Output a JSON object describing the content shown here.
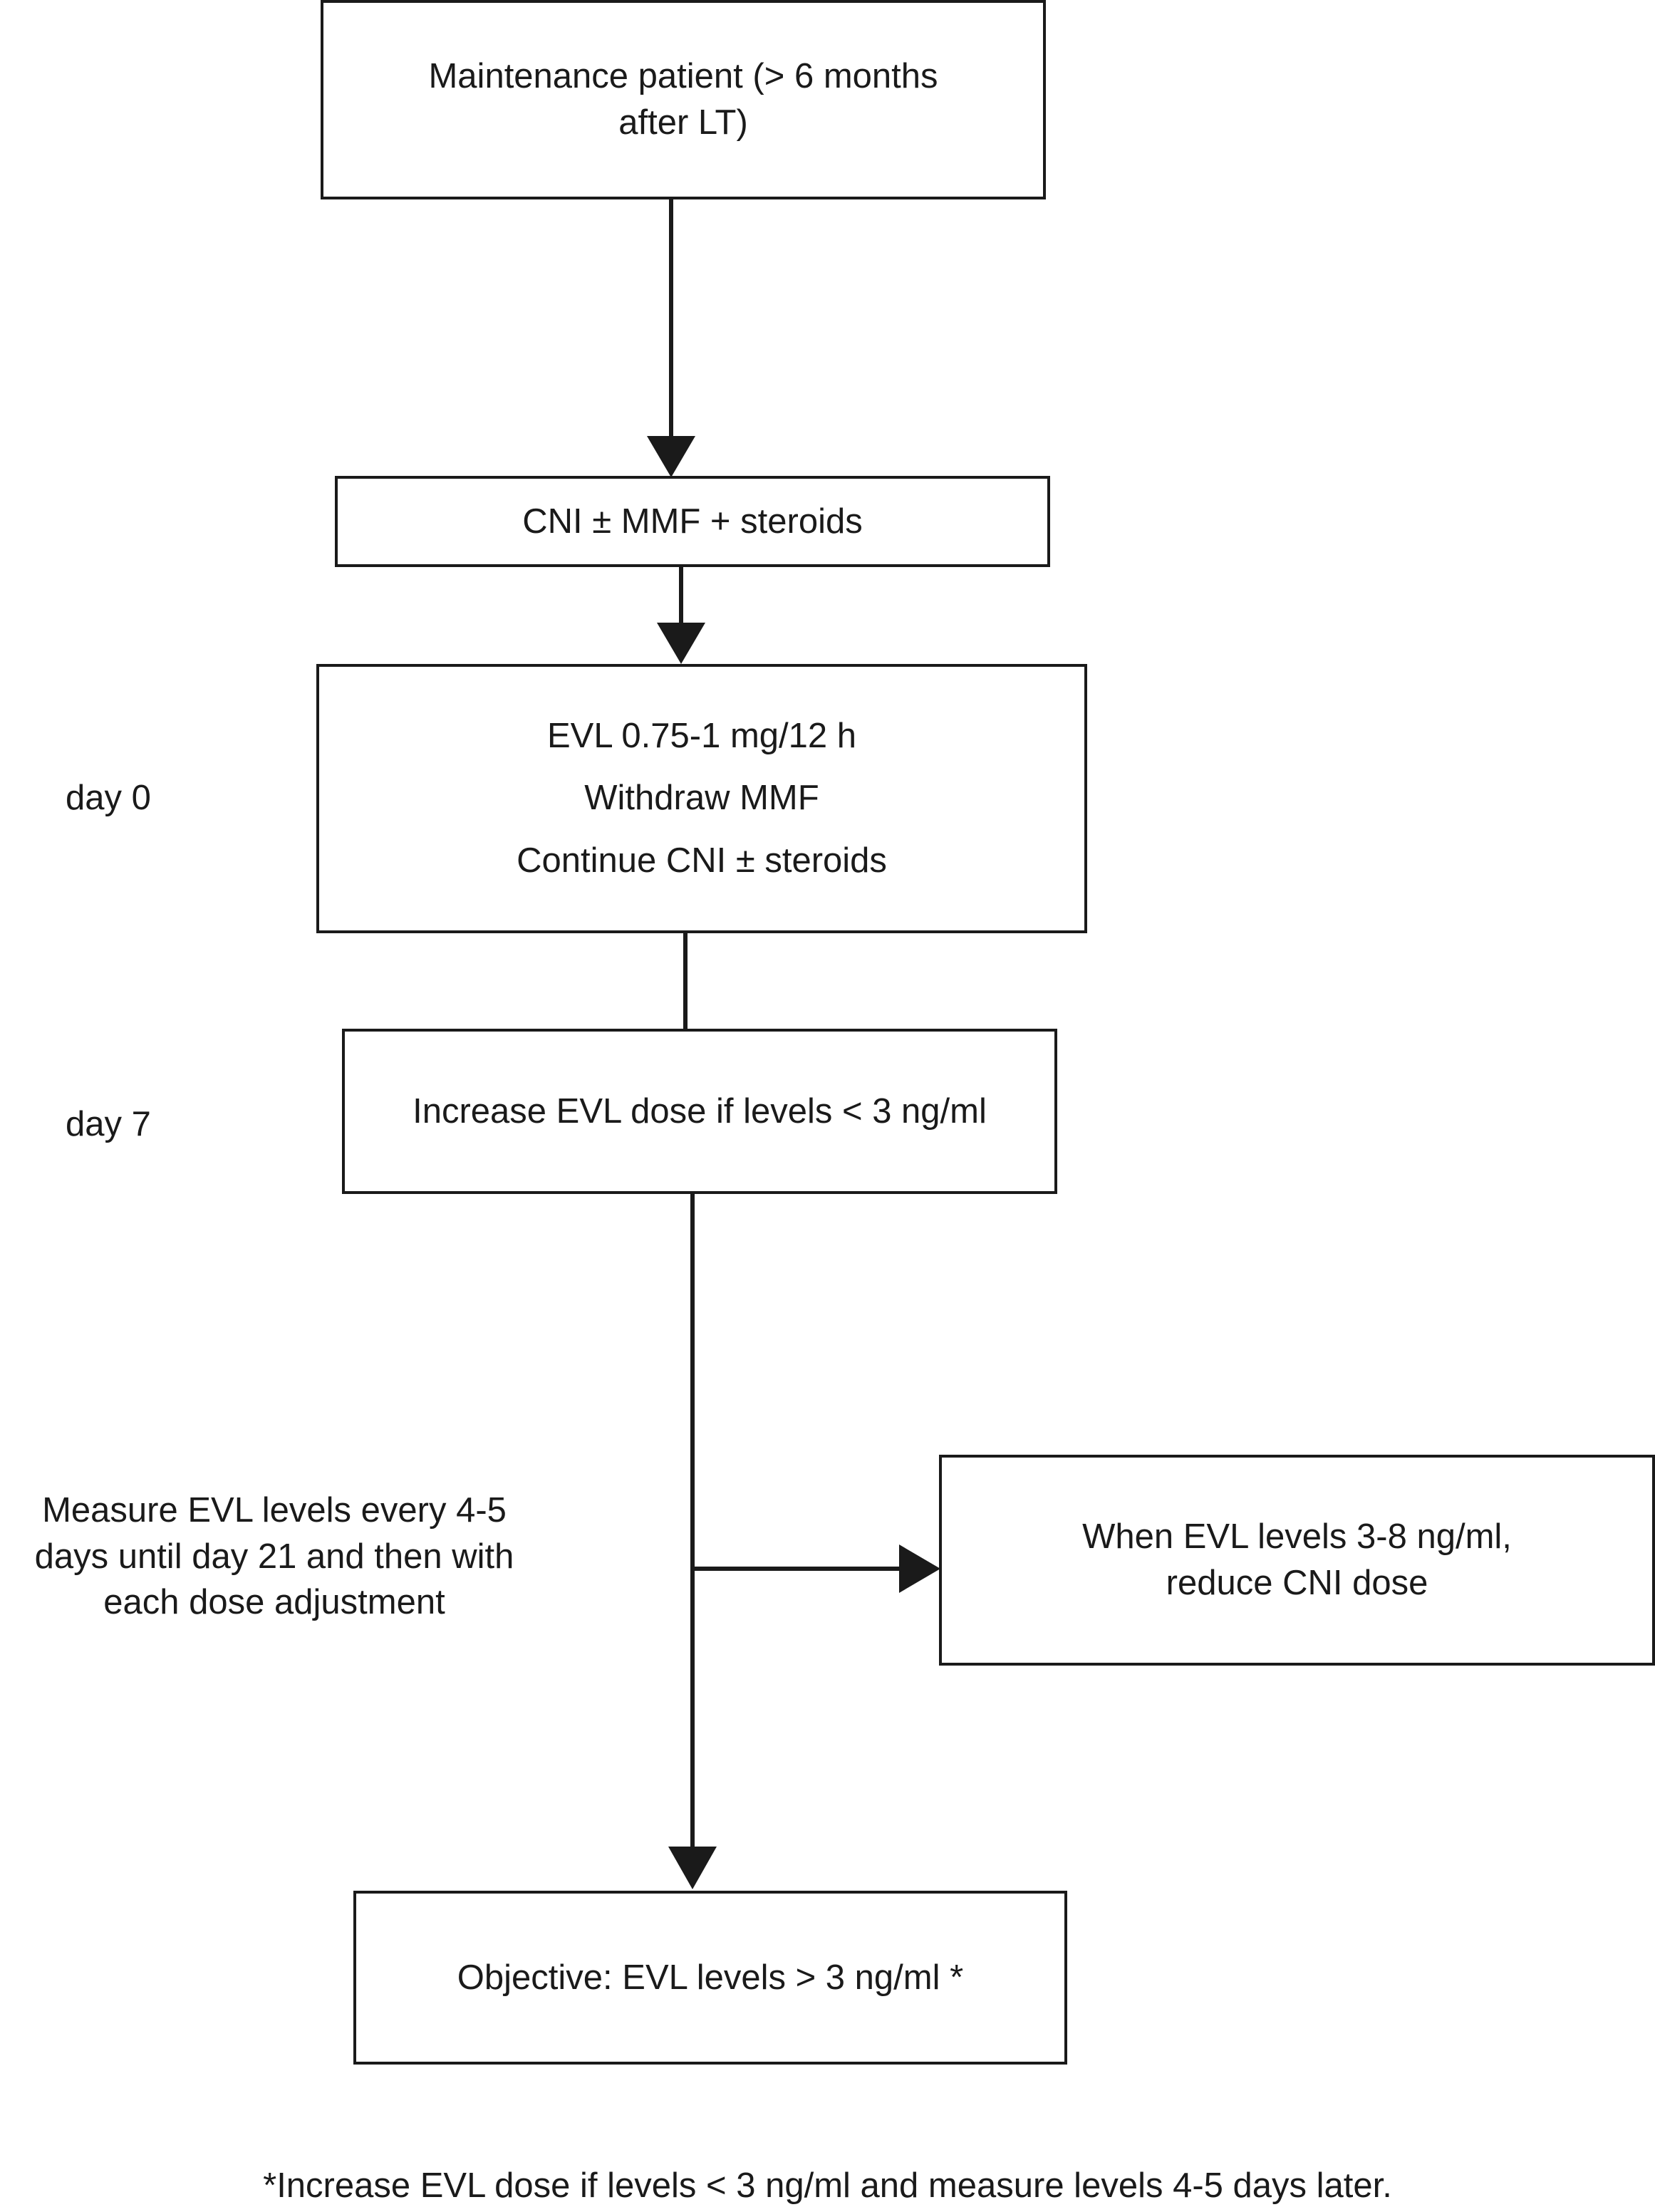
{
  "diagram": {
    "nodes": {
      "start": {
        "lines": [
          "Maintenance patient (> 6 months",
          "after LT)"
        ]
      },
      "regimen": {
        "lines": [
          "CNI ± MMF + steroids"
        ]
      },
      "day0_box": {
        "lines": [
          "EVL 0.75-1 mg/12 h",
          "Withdraw MMF",
          "Continue CNI ± steroids"
        ]
      },
      "day7_box": {
        "lines": [
          "Increase EVL dose if levels < 3 ng/ml"
        ]
      },
      "reduce_cni": {
        "lines": [
          "When EVL levels 3-8 ng/ml,",
          "reduce CNI dose"
        ]
      },
      "objective": {
        "lines": [
          "Objective: EVL levels > 3 ng/ml *"
        ]
      }
    },
    "side_labels": {
      "day0": "day 0",
      "day7": "day 7",
      "measure": [
        "Measure EVL levels every 4-5",
        "days until day 21 and then with",
        "each dose adjustment"
      ]
    },
    "footnote": "*Increase EVL dose if levels < 3 ng/ml and measure levels 4-5 days later."
  }
}
